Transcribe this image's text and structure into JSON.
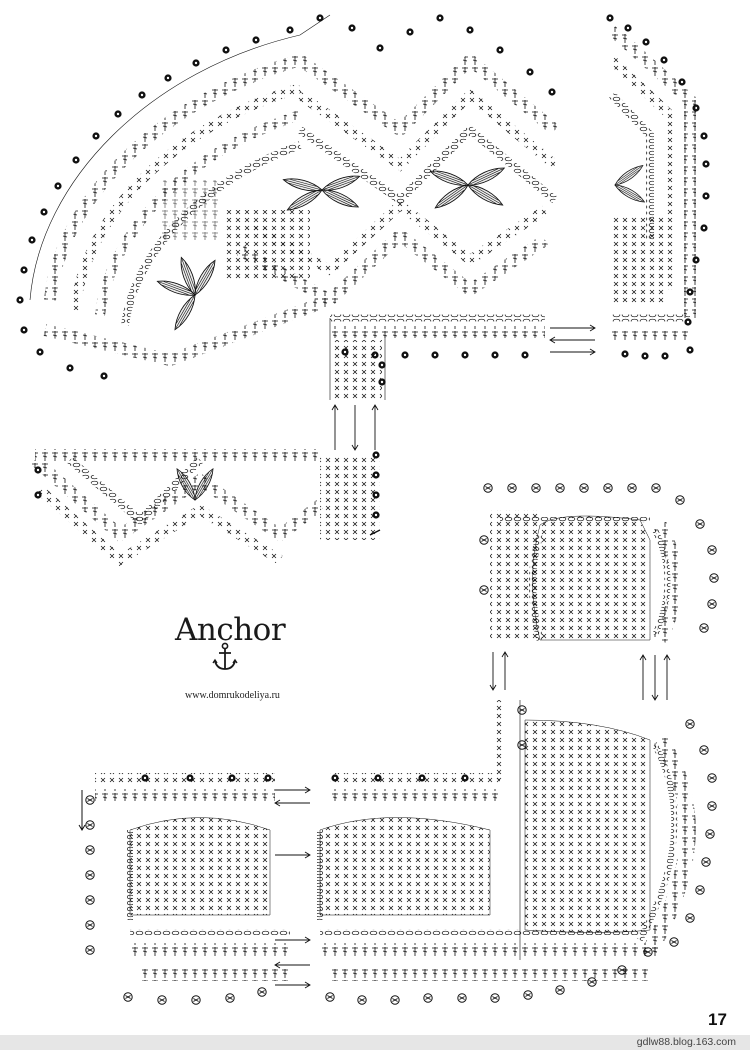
{
  "logo": {
    "brand": "Anchor",
    "icon": "anchor-icon"
  },
  "site_url": "www.domrukodeliya.ru",
  "page_number": "17",
  "footer": {
    "source_url": "gdlw88.blog.163.com"
  },
  "colors": {
    "ink": "#111111",
    "background": "#ffffff",
    "footer_band": "#e6e6e6"
  }
}
